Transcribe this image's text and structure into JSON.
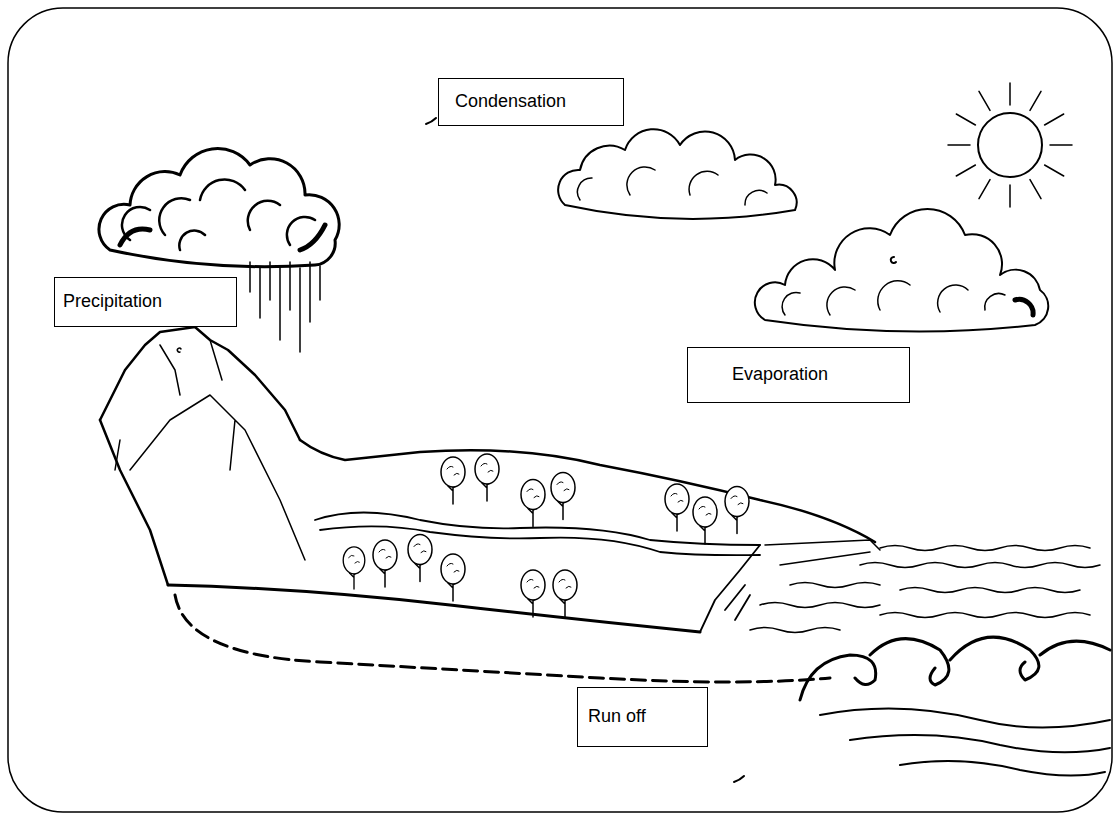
{
  "diagram": {
    "nodes": [
      {
        "text": [
          "Condensation"
        ]
      },
      {
        "text": [
          "Precipitation"
        ]
      },
      {
        "text": [
          "Evaporation"
        ]
      },
      {
        "text": [
          "Run off"
        ]
      }
    ]
  }
}
